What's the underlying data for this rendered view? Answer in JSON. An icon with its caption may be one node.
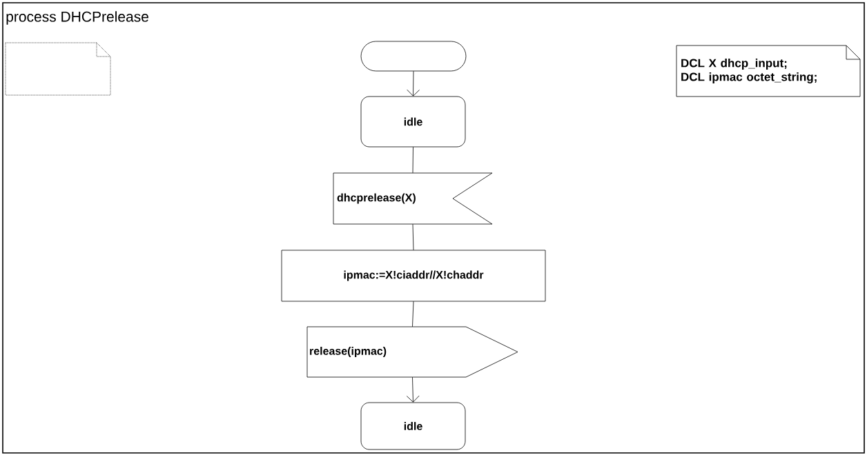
{
  "diagram": {
    "title": "process DHCPrelease",
    "nodes": [
      {
        "text": [],
        "shape": "note"
      },
      {
        "text": [],
        "shape": "oval"
      },
      {
        "text": [
          "DCL X dhcp_input;",
          "DCL ipmac octet_string;"
        ]
      },
      {
        "text": [
          "idle"
        ]
      },
      {
        "text": [
          "dhcprelease(X)"
        ]
      },
      {
        "text": [
          "ipmac:=X!ciaddr//X!chaddr"
        ]
      },
      {
        "text": [
          "release(ipmac)"
        ]
      },
      {
        "text": [
          "idle"
        ]
      }
    ],
    "edges": [
      {
        "from": 1,
        "to": 3,
        "arrow": "to"
      },
      {
        "from": 3,
        "to": 4,
        "arrow": "none"
      },
      {
        "from": 4,
        "to": 5,
        "arrow": "none"
      },
      {
        "from": 5,
        "to": 6,
        "arrow": "none"
      },
      {
        "from": 6,
        "to": 7,
        "arrow": "to"
      }
    ]
  }
}
